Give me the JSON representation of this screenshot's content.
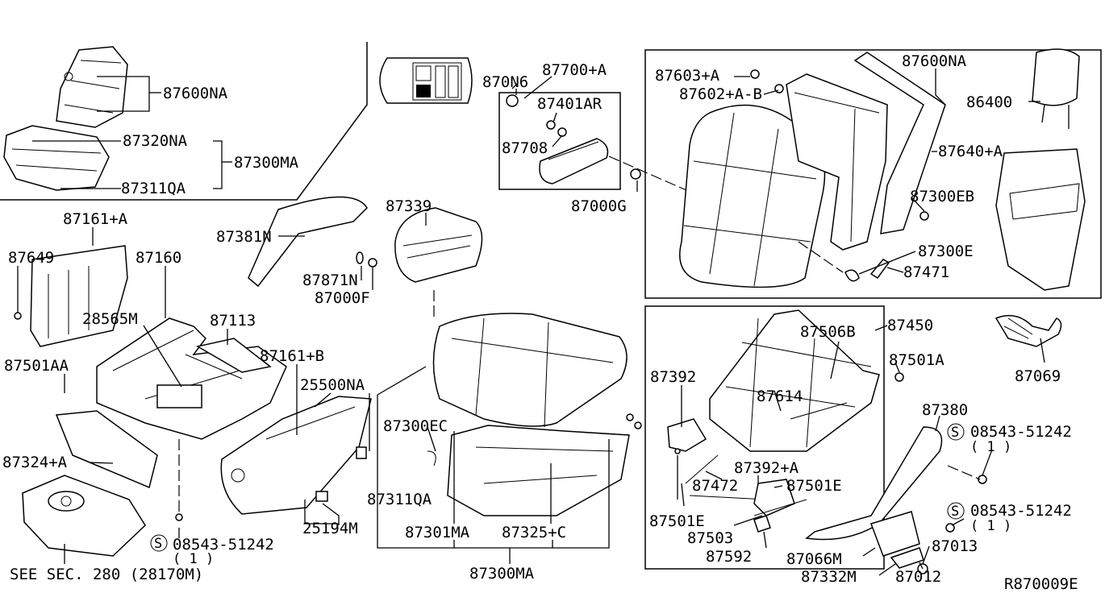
{
  "diagram_id": "R870009E",
  "callouts": {
    "c87600NA_a": "87600NA",
    "c87320NA": "87320NA",
    "c87300MA_a": "87300MA",
    "c87311QA_a": "87311QA",
    "c870N6": "870N6",
    "c87700A": "87700+A",
    "c87401AR": "87401AR",
    "c87708": "87708",
    "c87000G": "87000G",
    "c87603A": "87603+A",
    "c87602AB": "87602+A-B",
    "c87600NA_b": "87600NA",
    "c86400": "86400",
    "c87640A": "87640+A",
    "c87300EB": "87300EB",
    "c87300E": "87300E",
    "c87471": "87471",
    "c87161A": "87161+A",
    "c87649": "87649",
    "c87160": "87160",
    "c87381N": "87381N",
    "c87339": "87339",
    "c87871N": "87871N",
    "c87000F": "87000F",
    "c28565M": "28565M",
    "c87113": "87113",
    "c87161B": "87161+B",
    "c25500NA": "25500NA",
    "c87501AA": "87501AA",
    "c87324A": "87324+A",
    "c87300EC": "87300EC",
    "c87311QA_b": "87311QA",
    "c87301MA": "87301MA",
    "c87325C": "87325+C",
    "c87300MA_b": "87300MA",
    "c25194M": "25194M",
    "c08543_a": "08543-51242",
    "c08543_a_qty": "( 1 )",
    "cSeeSec": "SEE SEC. 280 (28170M)",
    "c87450": "87450",
    "c87506B": "87506B",
    "c87501A": "87501A",
    "c87392": "87392",
    "c87614": "87614",
    "c87069": "87069",
    "c87380": "87380",
    "c08543_b": "08543-51242",
    "c08543_b_qty": "( 1 )",
    "c87392A": "87392+A",
    "c87472": "87472",
    "c87501E_a": "87501E",
    "c87501E_b": "87501E",
    "c87503": "87503",
    "c87592": "87592",
    "c08543_c": "08543-51242",
    "c08543_c_qty": "( 1 )",
    "c87066M": "87066M",
    "c87013": "87013",
    "c87332M": "87332M",
    "c87012": "87012",
    "s_symbol": "S"
  }
}
